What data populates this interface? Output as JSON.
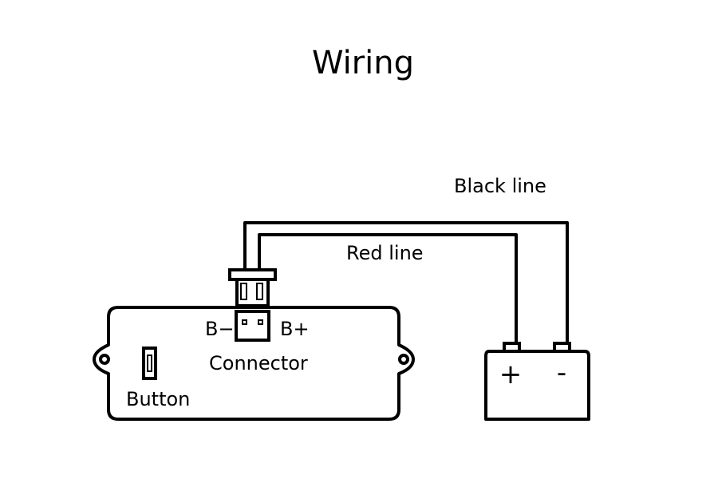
{
  "title": "Wiring",
  "labels": {
    "black_line": "Black line",
    "red_line": "Red line",
    "b_minus": "B−",
    "b_plus": "B+",
    "connector": "Connector",
    "button": "Button"
  },
  "battery": {
    "positive": "+",
    "negative": "-"
  },
  "colors": {
    "line": "#000000",
    "background": "#ffffff"
  }
}
